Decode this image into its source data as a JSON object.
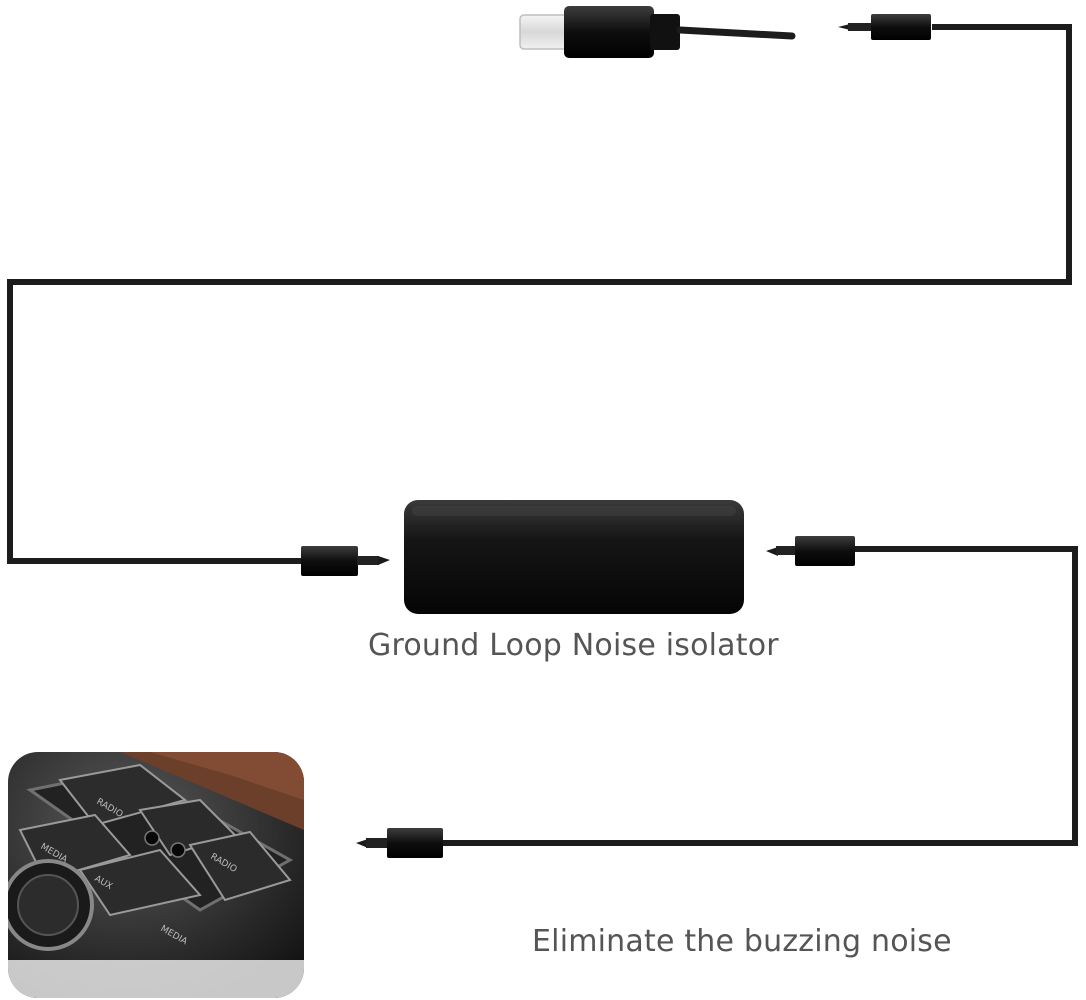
{
  "labels": {
    "isolator_caption": "Ground Loop Noise isolator",
    "result_caption": "Eliminate the buzzing noise"
  },
  "photo": {
    "button_labels": [
      "RADIO",
      "MEDIA",
      "AUX",
      "RADIO",
      "MEDIA"
    ]
  },
  "colors": {
    "cable": "#1c1c1c",
    "isolator_body": "#151515",
    "caption_text": "#555555"
  }
}
